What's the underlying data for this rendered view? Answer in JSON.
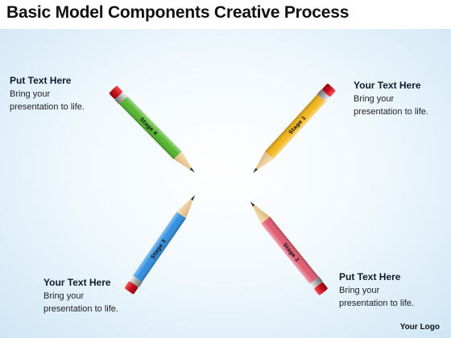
{
  "title": "Basic Model Components Creative Process",
  "blocks": [
    {
      "title": "Put Text Here",
      "body": "Bring your presentation to life."
    },
    {
      "title": "Your Text Here",
      "body": "Bring your presentation to life."
    },
    {
      "title": "Your Text Here",
      "body": "Bring your presentation to life."
    },
    {
      "title": "Put Text Here",
      "body": "Bring your presentation to life."
    }
  ],
  "pencils": [
    {
      "label": "Stage 4",
      "color": "#53b52c"
    },
    {
      "label": "Stage 1",
      "color": "#f2b61a"
    },
    {
      "label": "Stage 3",
      "color": "#2f8fe0"
    },
    {
      "label": "Stage 2",
      "color": "#e25b72"
    }
  ],
  "logo": "Your Logo"
}
